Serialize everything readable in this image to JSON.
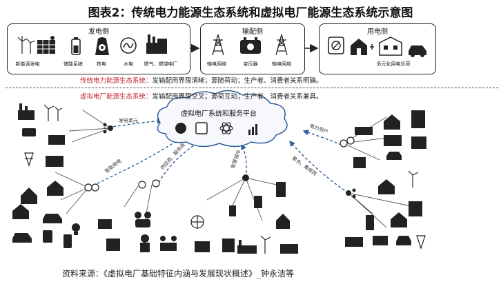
{
  "title": "图表2：传统电力能源生态系统和虚拟电厂能源生态系统示意图",
  "traditional": {
    "generation": {
      "header": "发电侧",
      "items": [
        "新能源发电",
        "储能系统",
        "核电",
        "水电",
        "燃气、燃煤电厂"
      ]
    },
    "transmission": {
      "header": "输配侧",
      "items": [
        "输电网络",
        "变压器",
        "输电网络"
      ]
    },
    "consumption": {
      "header": "用电侧",
      "items": [
        "多元化用电负荷"
      ]
    },
    "note_red": "传统电力能源生态系统：",
    "note_text": "发输配用界限清晰；源随荷动；生产者、消费者关系明确。"
  },
  "virtual": {
    "note_red": "虚拟电厂能源生态系统：",
    "note_text": "发输配用界限交叉；源荷互动；生产者、消费者关系兼具。",
    "cloud_title": "虚拟电厂系统和服务平台",
    "edge_labels": {
      "gen_unit": "发电单元",
      "power_user": "电力用户",
      "smart_use": "智能用电",
      "supply_service": "供应商、服务商",
      "smart_city": "智慧城市",
      "aggregator": "聚合、集成商"
    }
  },
  "source": "资料来源：《虚拟电厂基础特征内涵与发展现状概述》_钟永洁等"
}
